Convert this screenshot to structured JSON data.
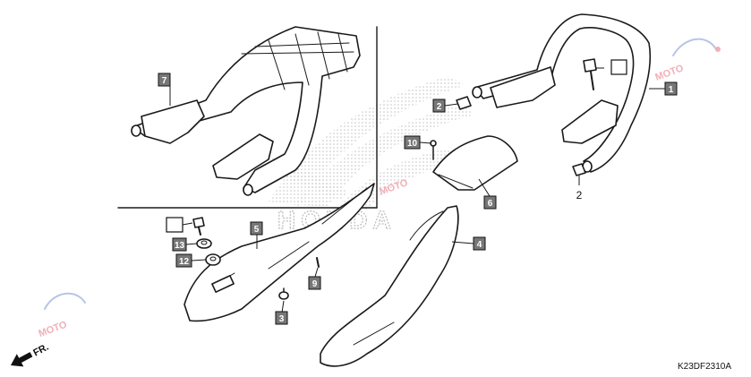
{
  "diagram": {
    "figure_code": "K23DF2310A",
    "direction_label": "FR.",
    "watermark_brand": "HONDA",
    "watermark_text": "MOTO",
    "colors": {
      "callout_fill": "#777777",
      "line": "#1a1a1a",
      "watermark": "#f0b0b8",
      "halftone": "#bbbbbb"
    },
    "callouts": [
      {
        "id": "c1",
        "number": "1"
      },
      {
        "id": "c2a",
        "number": "2"
      },
      {
        "id": "c2b",
        "number": "2"
      },
      {
        "id": "c3",
        "number": "3"
      },
      {
        "id": "c4",
        "number": "4"
      },
      {
        "id": "c5",
        "number": "5"
      },
      {
        "id": "c6",
        "number": "6"
      },
      {
        "id": "c7",
        "number": "7"
      },
      {
        "id": "c9",
        "number": "9"
      },
      {
        "id": "c10",
        "number": "10"
      },
      {
        "id": "c12",
        "number": "12"
      },
      {
        "id": "c13",
        "number": "13"
      },
      {
        "id": "cblank1",
        "number": ""
      },
      {
        "id": "cblank2",
        "number": ""
      }
    ]
  }
}
